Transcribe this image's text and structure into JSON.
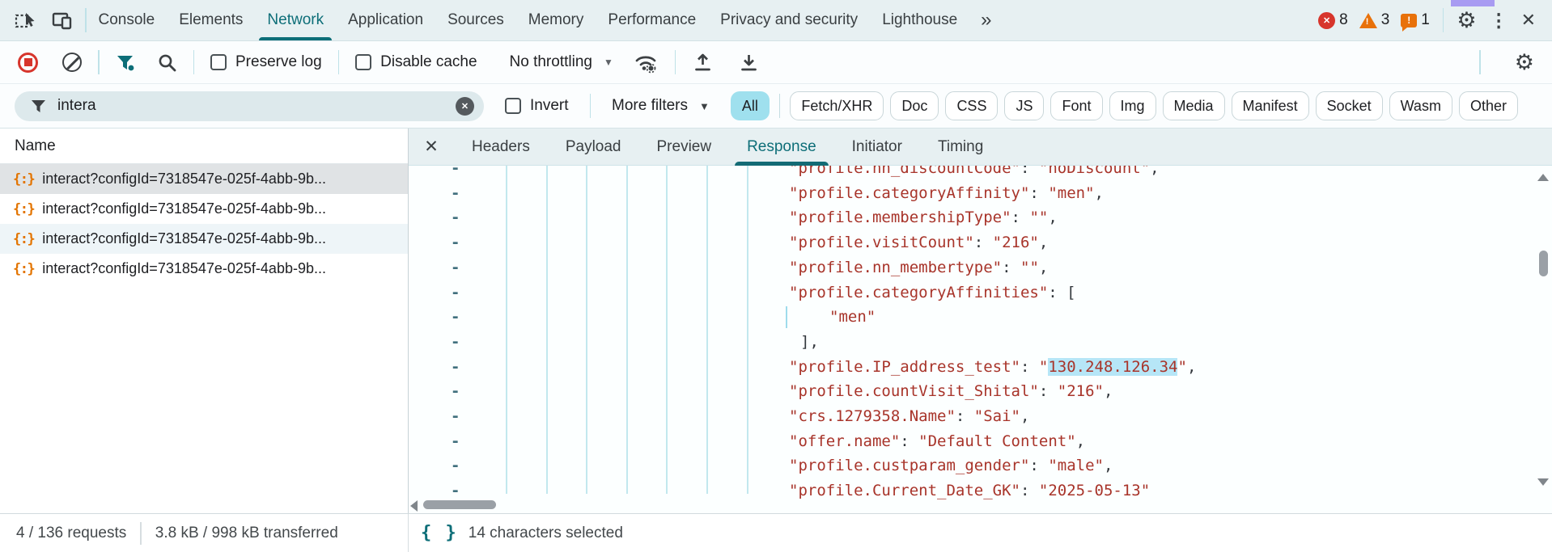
{
  "icons": {
    "json_badge": "{:}",
    "fold_marker": "-",
    "more_tabs": "»",
    "kebab": "⋮",
    "close": "✕",
    "gear": "⚙",
    "caret": "▼",
    "braces": "{ }",
    "clear_x": "✕",
    "error_x": "✕",
    "bang": "!"
  },
  "header": {
    "tabs": [
      {
        "label": "Console"
      },
      {
        "label": "Elements"
      },
      {
        "label": "Network",
        "active": true
      },
      {
        "label": "Application"
      },
      {
        "label": "Sources"
      },
      {
        "label": "Memory"
      },
      {
        "label": "Performance"
      },
      {
        "label": "Privacy and security"
      },
      {
        "label": "Lighthouse"
      }
    ],
    "error_count": "8",
    "warning_count": "3",
    "issue_count": "1"
  },
  "toolbar": {
    "preserve_log": "Preserve log",
    "disable_cache": "Disable cache",
    "throttling": "No throttling"
  },
  "filter": {
    "value": "intera",
    "invert_label": "Invert",
    "more_filters_label": "More filters",
    "chips": [
      {
        "label": "All",
        "active": true,
        "sep_after": true
      },
      {
        "label": "Fetch/XHR"
      },
      {
        "label": "Doc"
      },
      {
        "label": "CSS"
      },
      {
        "label": "JS"
      },
      {
        "label": "Font"
      },
      {
        "label": "Img"
      },
      {
        "label": "Media"
      },
      {
        "label": "Manifest"
      },
      {
        "label": "Socket"
      },
      {
        "label": "Wasm"
      },
      {
        "label": "Other"
      }
    ]
  },
  "requests": {
    "column_header": "Name",
    "items": [
      {
        "label": "interact?configId=7318547e-025f-4abb-9b...",
        "selected": true
      },
      {
        "label": "interact?configId=7318547e-025f-4abb-9b..."
      },
      {
        "label": "interact?configId=7318547e-025f-4abb-9b..."
      },
      {
        "label": "interact?configId=7318547e-025f-4abb-9b..."
      }
    ]
  },
  "detail": {
    "tabs": [
      {
        "label": "Headers"
      },
      {
        "label": "Payload"
      },
      {
        "label": "Preview"
      },
      {
        "label": "Response",
        "active": true
      },
      {
        "label": "Initiator"
      },
      {
        "label": "Timing"
      }
    ]
  },
  "response": {
    "lines": [
      {
        "code": "\"profile.nn_discountCode\": \"noDiscount\",",
        "indent": 0
      },
      {
        "code": "\"profile.categoryAffinity\": \"men\",",
        "indent": 0
      },
      {
        "code": "\"profile.membershipType\": \"\",",
        "indent": 0
      },
      {
        "code": "\"profile.visitCount\": \"216\",",
        "indent": 0
      },
      {
        "code": "\"profile.nn_membertype\": \"\",",
        "indent": 0
      },
      {
        "code": "\"profile.categoryAffinities\": [",
        "indent": 0
      },
      {
        "code": "\"men\"",
        "indent": 2,
        "guide": true
      },
      {
        "code": "],",
        "indent": 1
      },
      {
        "code": "\"profile.IP_address_test\": \"130.248.126.34\",",
        "indent": 0,
        "highlight": "130.248.126.34"
      },
      {
        "code": "\"profile.countVisit_Shital\": \"216\",",
        "indent": 0
      },
      {
        "code": "\"crs.1279358.Name\": \"Sai\",",
        "indent": 0
      },
      {
        "code": "\"offer.name\": \"Default Content\",",
        "indent": 0
      },
      {
        "code": "\"profile.custparam_gender\": \"male\",",
        "indent": 0
      },
      {
        "code": "\"profile.Current_Date_GK\": \"2025-05-13\"",
        "indent": 0
      }
    ]
  },
  "status": {
    "requests": "4 / 136 requests",
    "transferred": "3.8 kB / 998 kB transferred",
    "selection": "14 characters selected"
  }
}
